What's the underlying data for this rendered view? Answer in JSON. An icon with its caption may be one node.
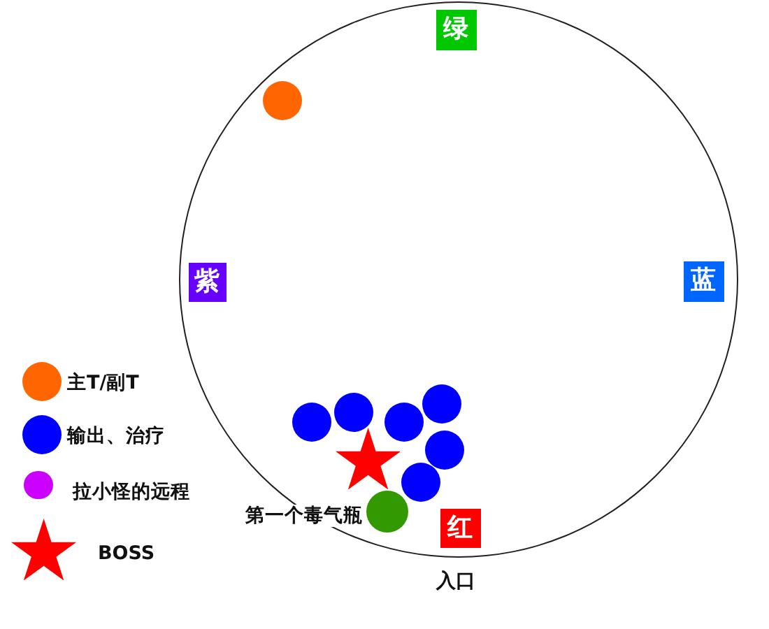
{
  "diagram": {
    "nodes": [
      {
        "text": [],
        "shape": "circle",
        "beside": [
          "入口"
        ]
      },
      {
        "text": [
          "绿"
        ],
        "in": 0
      },
      {
        "text": [],
        "shape": "circle",
        "in": 0
      },
      {
        "text": [
          "紫"
        ],
        "in": 0
      },
      {
        "text": [
          "蓝"
        ],
        "in": 0
      },
      {
        "text": [],
        "shape": "circle",
        "in": 0
      },
      {
        "text": [],
        "shape": "circle",
        "in": 0
      },
      {
        "text": [],
        "shape": "circle",
        "in": 0
      },
      {
        "text": [],
        "shape": "circle",
        "in": 0
      },
      {
        "text": [],
        "shape": "circle",
        "in": 0
      },
      {
        "text": [],
        "shape": "circle",
        "in": 0
      },
      {
        "text": [],
        "shape": "star",
        "in": 0
      },
      {
        "text": [],
        "shape": "circle",
        "in": 0,
        "beside": [
          "第一个毒气瓶"
        ]
      },
      {
        "text": [
          "红"
        ],
        "in": 0
      }
    ],
    "legend": [
      {
        "text": "主T/副T",
        "color": "#ff6600"
      },
      {
        "text": "输出、治疗",
        "color": "#0000ff"
      },
      {
        "text": "拉小怪的远程",
        "color": "#cc00ff"
      },
      {
        "text": "BOSS"
      }
    ]
  }
}
